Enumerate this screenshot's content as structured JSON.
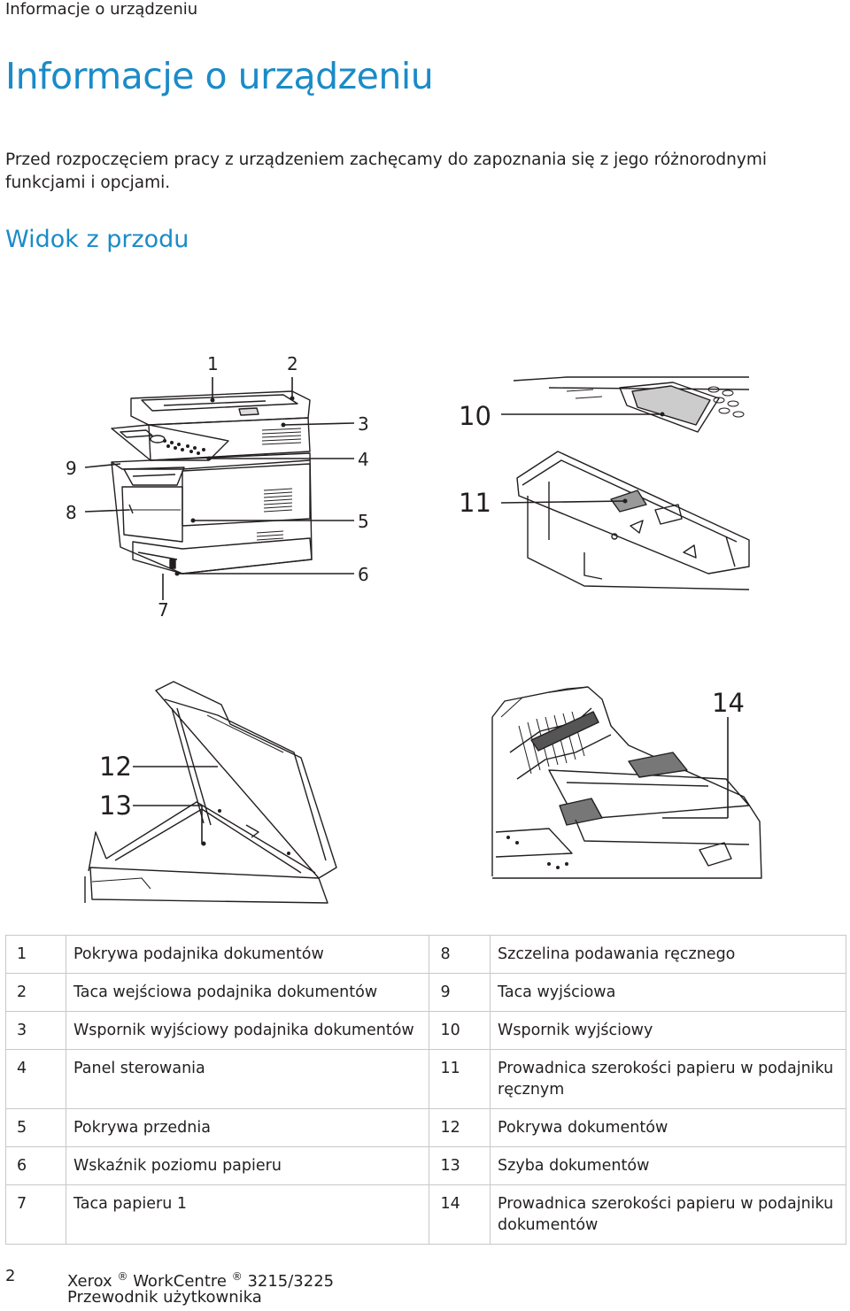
{
  "header": {
    "running_title": "Informacje o urządzeniu"
  },
  "page_title": "Informacje o urządzeniu",
  "intro": "Przed rozpoczęciem pracy z urządzeniem zachęcamy do zapoznania się z jego różnorodnymi funkcjami i opcjami.",
  "section_title": "Widok z przodu",
  "callouts": [
    "1",
    "2",
    "3",
    "4",
    "5",
    "6",
    "7",
    "8",
    "9",
    "10",
    "11",
    "12",
    "13",
    "14"
  ],
  "legend": [
    {
      "n1": "1",
      "t1": "Pokrywa podajnika dokumentów",
      "n2": "8",
      "t2": "Szczelina podawania ręcznego"
    },
    {
      "n1": "2",
      "t1": "Taca wejściowa podajnika dokumentów",
      "n2": "9",
      "t2": "Taca wyjściowa"
    },
    {
      "n1": "3",
      "t1": "Wspornik wyjściowy podajnika dokumentów",
      "n2": "10",
      "t2": "Wspornik wyjściowy"
    },
    {
      "n1": "4",
      "t1": "Panel sterowania",
      "n2": "11",
      "t2": "Prowadnica szerokości papieru w podajniku ręcznym"
    },
    {
      "n1": "5",
      "t1": "Pokrywa przednia",
      "n2": "12",
      "t2": "Pokrywa dokumentów"
    },
    {
      "n1": "6",
      "t1": "Wskaźnik poziomu papieru",
      "n2": "13",
      "t2": "Szyba dokumentów"
    },
    {
      "n1": "7",
      "t1": "Taca papieru 1",
      "n2": "14",
      "t2": "Prowadnica szerokości papieru w podajniku dokumentów"
    }
  ],
  "footer": {
    "page_number": "2",
    "brand": "Xerox",
    "product": "WorkCentre",
    "model": "3215/3225",
    "registered": "®",
    "guide": "Przewodnik użytkownika"
  }
}
